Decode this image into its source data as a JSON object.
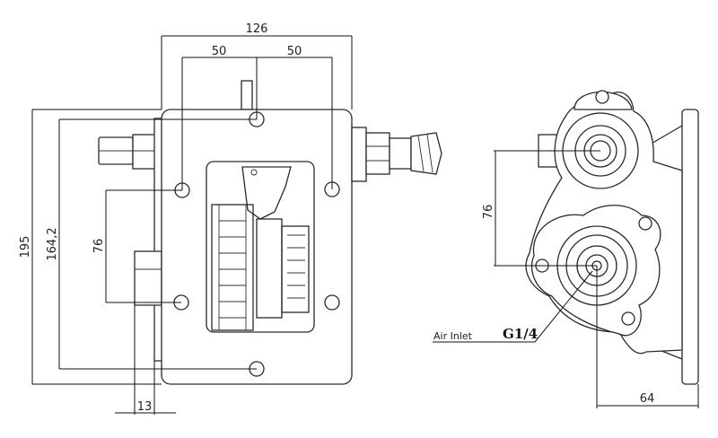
{
  "dimensions": {
    "overall_width": "126",
    "left_spacing": "50",
    "right_spacing": "50",
    "overall_height": "195",
    "flange_height": "164,2",
    "hole_spacing_left": "76",
    "shaft_offset": "13",
    "hole_spacing_right": "76",
    "side_offset": "64"
  },
  "callouts": {
    "air_inlet": "Air Inlet",
    "thread": "G1/4"
  }
}
